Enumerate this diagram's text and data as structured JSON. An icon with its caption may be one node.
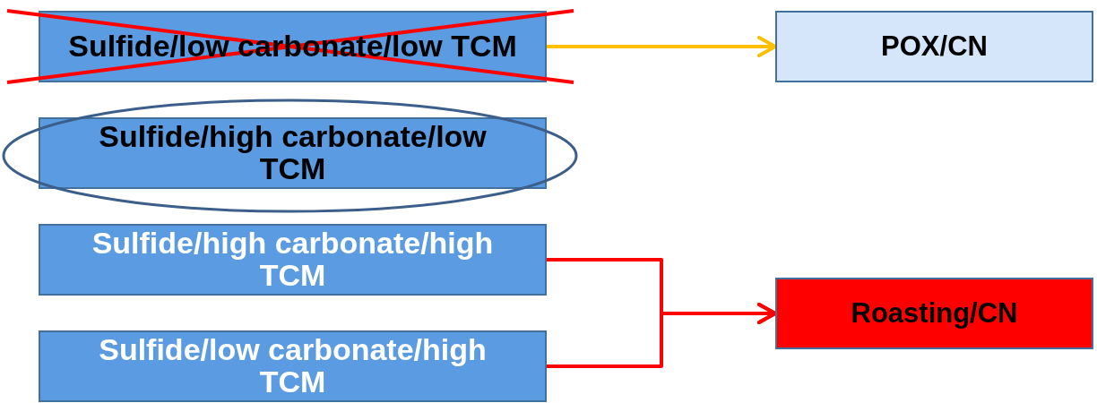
{
  "diagram": {
    "nodes": [
      {
        "text": [
          "Sulfide/low carbonate/low TCM"
        ]
      },
      {
        "text": [
          "Sulfide/high carbonate/low TCM"
        ]
      },
      {
        "text": [
          "Sulfide/high carbonate/high TCM"
        ]
      },
      {
        "text": [
          "Sulfide/low carbonate/high TCM"
        ]
      },
      {
        "text": [
          "POX/CN"
        ]
      },
      {
        "text": [
          "Roasting/CN"
        ]
      }
    ],
    "edges": [
      {
        "from": 0,
        "to": 4,
        "arrow": "to",
        "color": "#ffc000"
      },
      {
        "from": 2,
        "to": 5,
        "arrow": "to"
      },
      {
        "from": 3,
        "to": 5,
        "arrow": "to"
      }
    ]
  }
}
